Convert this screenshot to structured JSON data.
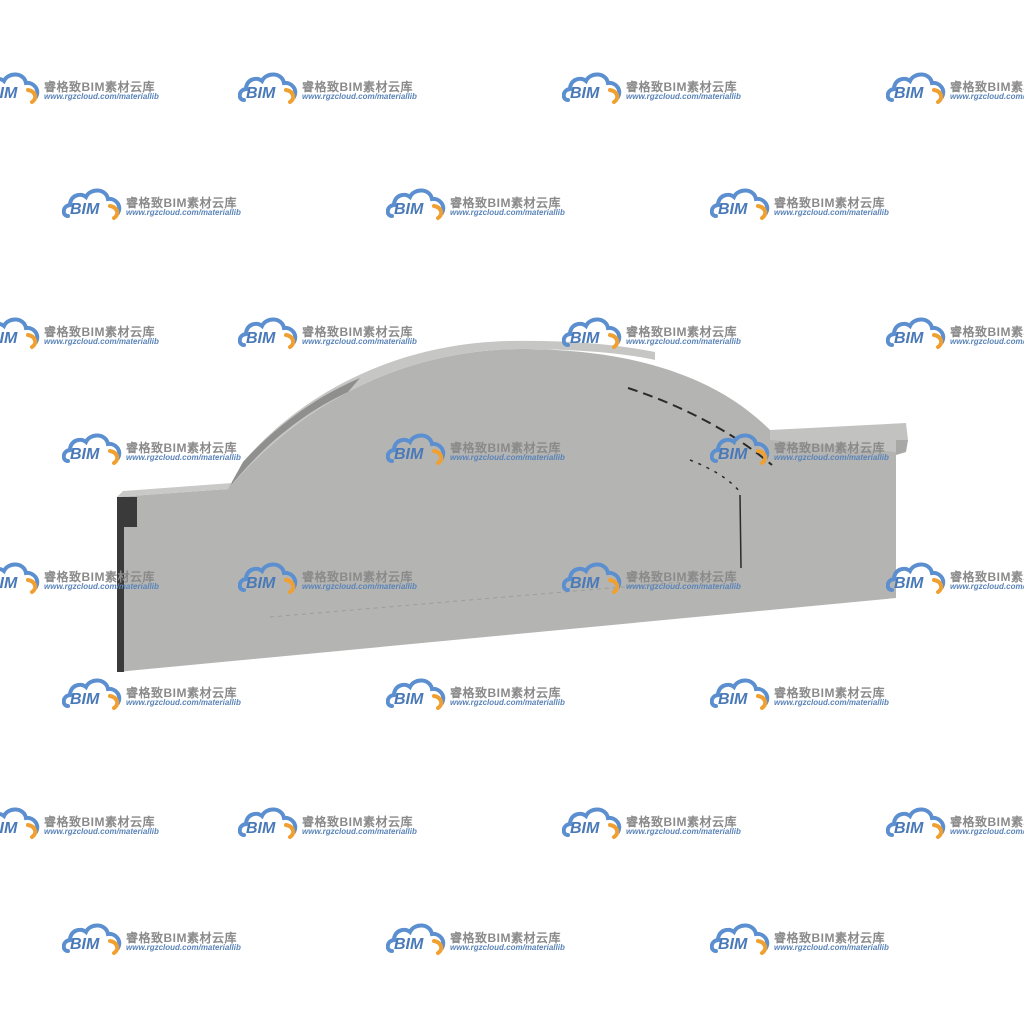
{
  "watermark": {
    "logo_text": "BIM",
    "brand_cn": "睿格致BIM素材云库",
    "url": "www.rgzcloud.com/materiallib",
    "colors": {
      "cloud_blue": "#5b8fd0",
      "cloud_orange": "#f0a030",
      "text_gray": "#8a8a8a",
      "url_blue": "#5a84b8"
    }
  },
  "model": {
    "object": "arched-parapet-wall",
    "colors": {
      "face": "#b4b4b3",
      "top": "#c3c3c2",
      "arch_edge": "#8f8f8e",
      "end_cap": "#3a3a3a",
      "line": "#2a2a2a"
    }
  }
}
